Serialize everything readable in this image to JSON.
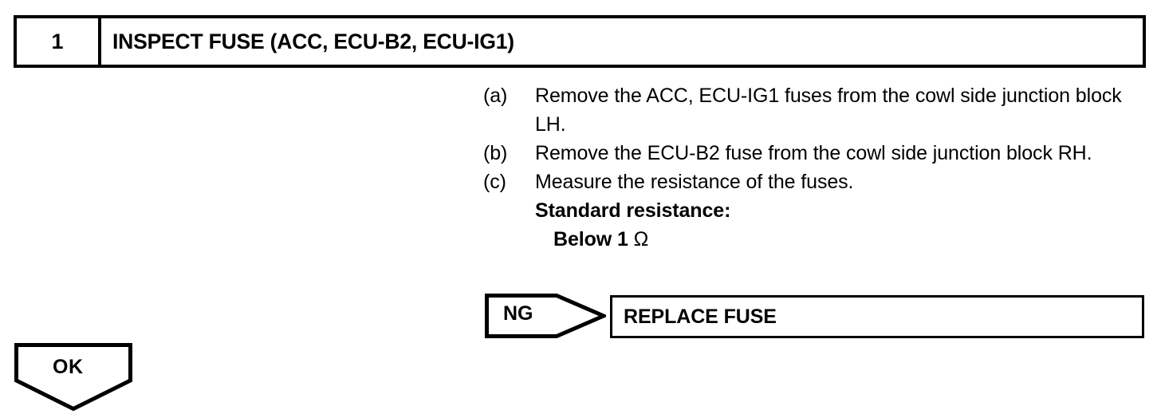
{
  "step": {
    "number": "1",
    "title": "INSPECT FUSE (ACC, ECU-B2, ECU-IG1)"
  },
  "procedure": [
    {
      "label": "(a)",
      "text": "Remove the ACC, ECU-IG1 fuses from the cowl side junction block LH."
    },
    {
      "label": "(b)",
      "text": "Remove the ECU-B2 fuse from the cowl side junction block RH."
    },
    {
      "label": "(c)",
      "text": "Measure the resistance of the fuses."
    }
  ],
  "spec": {
    "heading": "Standard resistance:",
    "value_text": "Below 1",
    "unit": "Ω"
  },
  "branches": {
    "ng": {
      "label": "NG",
      "result": "REPLACE FUSE"
    },
    "ok": {
      "label": "OK"
    }
  },
  "colors": {
    "ink": "#000000",
    "paper": "#ffffff"
  }
}
